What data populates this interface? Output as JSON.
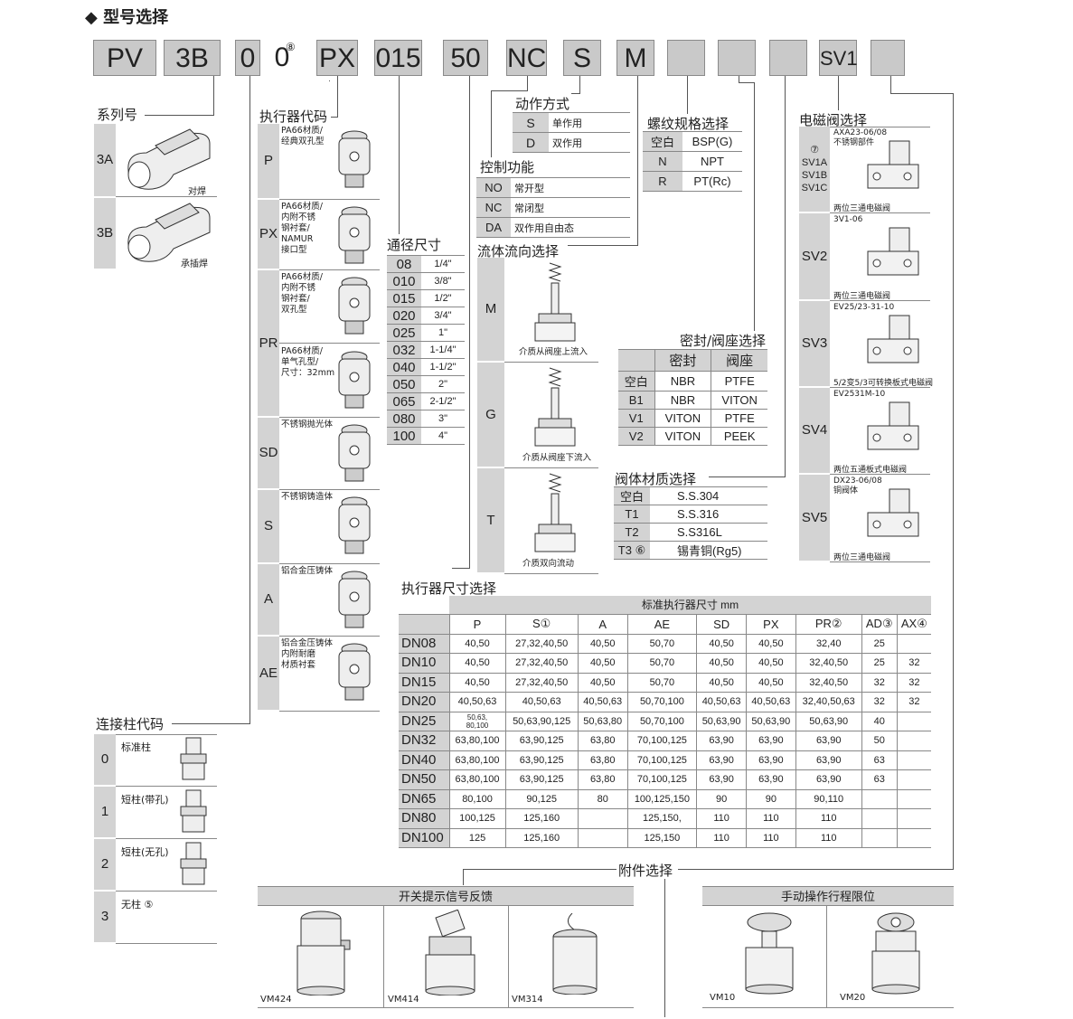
{
  "title": "型号选择",
  "codes": [
    "PV",
    "3B",
    "0",
    "0",
    "PX",
    "015",
    "50",
    "NC",
    "S",
    "M",
    "",
    "",
    "",
    "SV1",
    ""
  ],
  "code_sup": "⑧",
  "series": {
    "label": "系列号",
    "items": [
      {
        "code": "3A",
        "desc": "对焊"
      },
      {
        "code": "3B",
        "desc": "承插焊"
      }
    ]
  },
  "actuator": {
    "label": "执行器代码",
    "items": [
      {
        "code": "P",
        "desc": "PA66材质/\n经典双孔型"
      },
      {
        "code": "PX",
        "desc": "PA66材质/\n内附不锈\n钢衬套/\nNAMUR\n接口型"
      },
      {
        "code": "PR",
        "desc": "PA66材质/\n内附不锈\n钢衬套/\n双孔型"
      },
      {
        "code": "",
        "desc": "PA66材质/\n单气孔型/\n尺寸：32mm"
      },
      {
        "code": "SD",
        "desc": "不锈钢抛光体"
      },
      {
        "code": "S",
        "desc": "不锈钢铸造体"
      },
      {
        "code": "A",
        "desc": "铝合金压铸体"
      },
      {
        "code": "AE",
        "desc": "铝合金压铸体\n内附耐磨\n材质衬套"
      }
    ]
  },
  "post": {
    "label": "连接柱代码",
    "items": [
      {
        "code": "0",
        "desc": "标准柱"
      },
      {
        "code": "1",
        "desc": "短柱(带孔)"
      },
      {
        "code": "2",
        "desc": "短柱(无孔)"
      },
      {
        "code": "3",
        "desc": "无柱 ⑤"
      }
    ]
  },
  "bore": {
    "label": "通径尺寸",
    "rows": [
      [
        "08",
        "1/4\""
      ],
      [
        "010",
        "3/8\""
      ],
      [
        "015",
        "1/2\""
      ],
      [
        "020",
        "3/4\""
      ],
      [
        "025",
        "1\""
      ],
      [
        "032",
        "1-1/4\""
      ],
      [
        "040",
        "1-1/2\""
      ],
      [
        "050",
        "2\""
      ],
      [
        "065",
        "2-1/2\""
      ],
      [
        "080",
        "3\""
      ],
      [
        "100",
        "4\""
      ]
    ]
  },
  "action": {
    "label": "动作方式",
    "rows": [
      [
        "S",
        "单作用"
      ],
      [
        "D",
        "双作用"
      ]
    ]
  },
  "control": {
    "label": "控制功能",
    "rows": [
      [
        "NO",
        "常开型"
      ],
      [
        "NC",
        "常闭型"
      ],
      [
        "DA",
        "双作用自由态"
      ]
    ]
  },
  "flow": {
    "label": "流体流向选择",
    "items": [
      {
        "code": "M",
        "desc": "介质从阀座上流入"
      },
      {
        "code": "G",
        "desc": "介质从阀座下流入"
      },
      {
        "code": "T",
        "desc": "介质双向流动"
      }
    ]
  },
  "thread": {
    "label": "螺纹规格选择",
    "rows": [
      [
        "空白",
        "BSP(G)"
      ],
      [
        "N",
        "NPT"
      ],
      [
        "R",
        "PT(Rc)"
      ]
    ]
  },
  "seal": {
    "label": "密封/阀座选择",
    "headers": [
      "",
      "密封",
      "阀座"
    ],
    "rows": [
      [
        "空白",
        "NBR",
        "PTFE"
      ],
      [
        "B1",
        "NBR",
        "VITON"
      ],
      [
        "V1",
        "VITON",
        "PTFE"
      ],
      [
        "V2",
        "VITON",
        "PEEK"
      ]
    ]
  },
  "body": {
    "label": "阀体材质选择",
    "rows": [
      [
        "空白",
        "S.S.304"
      ],
      [
        "T1",
        "S.S.316"
      ],
      [
        "T2",
        "S.S316L"
      ],
      [
        "T3 ⑥",
        "锡青铜(Rg5)"
      ]
    ]
  },
  "solenoid": {
    "label": "电磁阀选择",
    "items": [
      {
        "code": "⑦\nSV1A\nSV1B\nSV1C",
        "top": "AXA23-06/08\n不锈钢部件",
        "bottom": "两位三通电磁阀"
      },
      {
        "code": "SV2",
        "top": "3V1-06",
        "bottom": "两位三通电磁阀"
      },
      {
        "code": "SV3",
        "top": "EV25/23-31-10",
        "bottom": "5/2变5/3可转换板式电磁阀"
      },
      {
        "code": "SV4",
        "top": "EV2531M-10",
        "bottom": "两位五通板式电磁阀"
      },
      {
        "code": "SV5",
        "top": "DX23-06/08\n铜阀体",
        "bottom": "两位三通电磁阀"
      }
    ]
  },
  "actsize": {
    "label": "执行器尺寸选择",
    "header": "标准执行器尺寸 mm",
    "cols": [
      "P",
      "S①",
      "A",
      "AE",
      "SD",
      "PX",
      "PR②",
      "AD③",
      "AX④"
    ],
    "rows": [
      [
        "DN08",
        "40,50",
        "27,32,40,50",
        "40,50",
        "50,70",
        "40,50",
        "40,50",
        "32,40",
        "25",
        ""
      ],
      [
        "DN10",
        "40,50",
        "27,32,40,50",
        "40,50",
        "50,70",
        "40,50",
        "40,50",
        "32,40,50",
        "25",
        "32"
      ],
      [
        "DN15",
        "40,50",
        "27,32,40,50",
        "40,50",
        "50,70",
        "40,50",
        "40,50",
        "32,40,50",
        "32",
        "32"
      ],
      [
        "DN20",
        "40,50,63",
        "40,50,63",
        "40,50,63",
        "50,70,100",
        "40,50,63",
        "40,50,63",
        "32,40,50,63",
        "32",
        "32"
      ],
      [
        "DN25",
        "50,63,\n80,100",
        "50,63,90,125",
        "50,63,80",
        "50,70,100",
        "50,63,90",
        "50,63,90",
        "50,63,90",
        "40",
        ""
      ],
      [
        "DN32",
        "63,80,100",
        "63,90,125",
        "63,80",
        "70,100,125",
        "63,90",
        "63,90",
        "63,90",
        "50",
        ""
      ],
      [
        "DN40",
        "63,80,100",
        "63,90,125",
        "63,80",
        "70,100,125",
        "63,90",
        "63,90",
        "63,90",
        "63",
        ""
      ],
      [
        "DN50",
        "63,80,100",
        "63,90,125",
        "63,80",
        "70,100,125",
        "63,90",
        "63,90",
        "63,90",
        "63",
        ""
      ],
      [
        "DN65",
        "80,100",
        "90,125",
        "80",
        "100,125,150",
        "90",
        "90",
        "90,110",
        "",
        ""
      ],
      [
        "DN80",
        "100,125",
        "125,160",
        "",
        "125,150,",
        "110",
        "110",
        "110",
        "",
        ""
      ],
      [
        "DN100",
        "125",
        "125,160",
        "",
        "125,150",
        "110",
        "110",
        "110",
        "",
        ""
      ]
    ]
  },
  "accessory": {
    "label": "附件选择",
    "feedback": {
      "title": "开关提示信号反馈",
      "items": [
        "VM424",
        "VM414",
        "VM314"
      ]
    },
    "manual": {
      "title": "手动操作行程限位",
      "items": [
        "VM10",
        "VM20"
      ]
    }
  }
}
